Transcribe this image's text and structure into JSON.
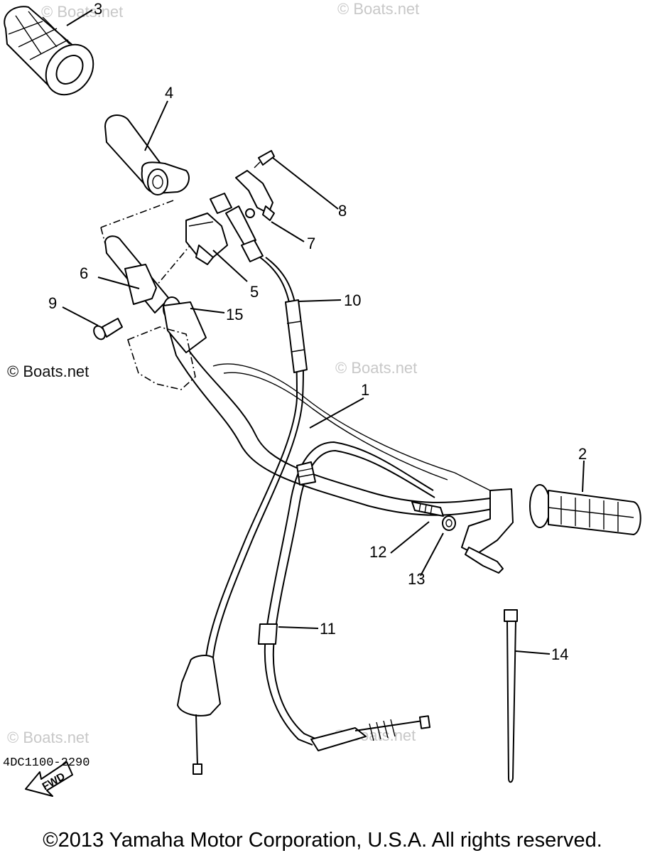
{
  "watermark": "© Boats.net",
  "callouts": {
    "c1": "1",
    "c2": "2",
    "c3": "3",
    "c4": "4",
    "c5": "5",
    "c6": "6",
    "c7": "7",
    "c8": "8",
    "c9": "9",
    "c10": "10",
    "c11": "11",
    "c12": "12",
    "c13": "13",
    "c14": "14",
    "c15": "15"
  },
  "fwd_label": "FWD",
  "drawing_code": "4DC1100-2290",
  "copyright": "©2013 Yamaha Motor Corporation, U.S.A. All rights reserved."
}
